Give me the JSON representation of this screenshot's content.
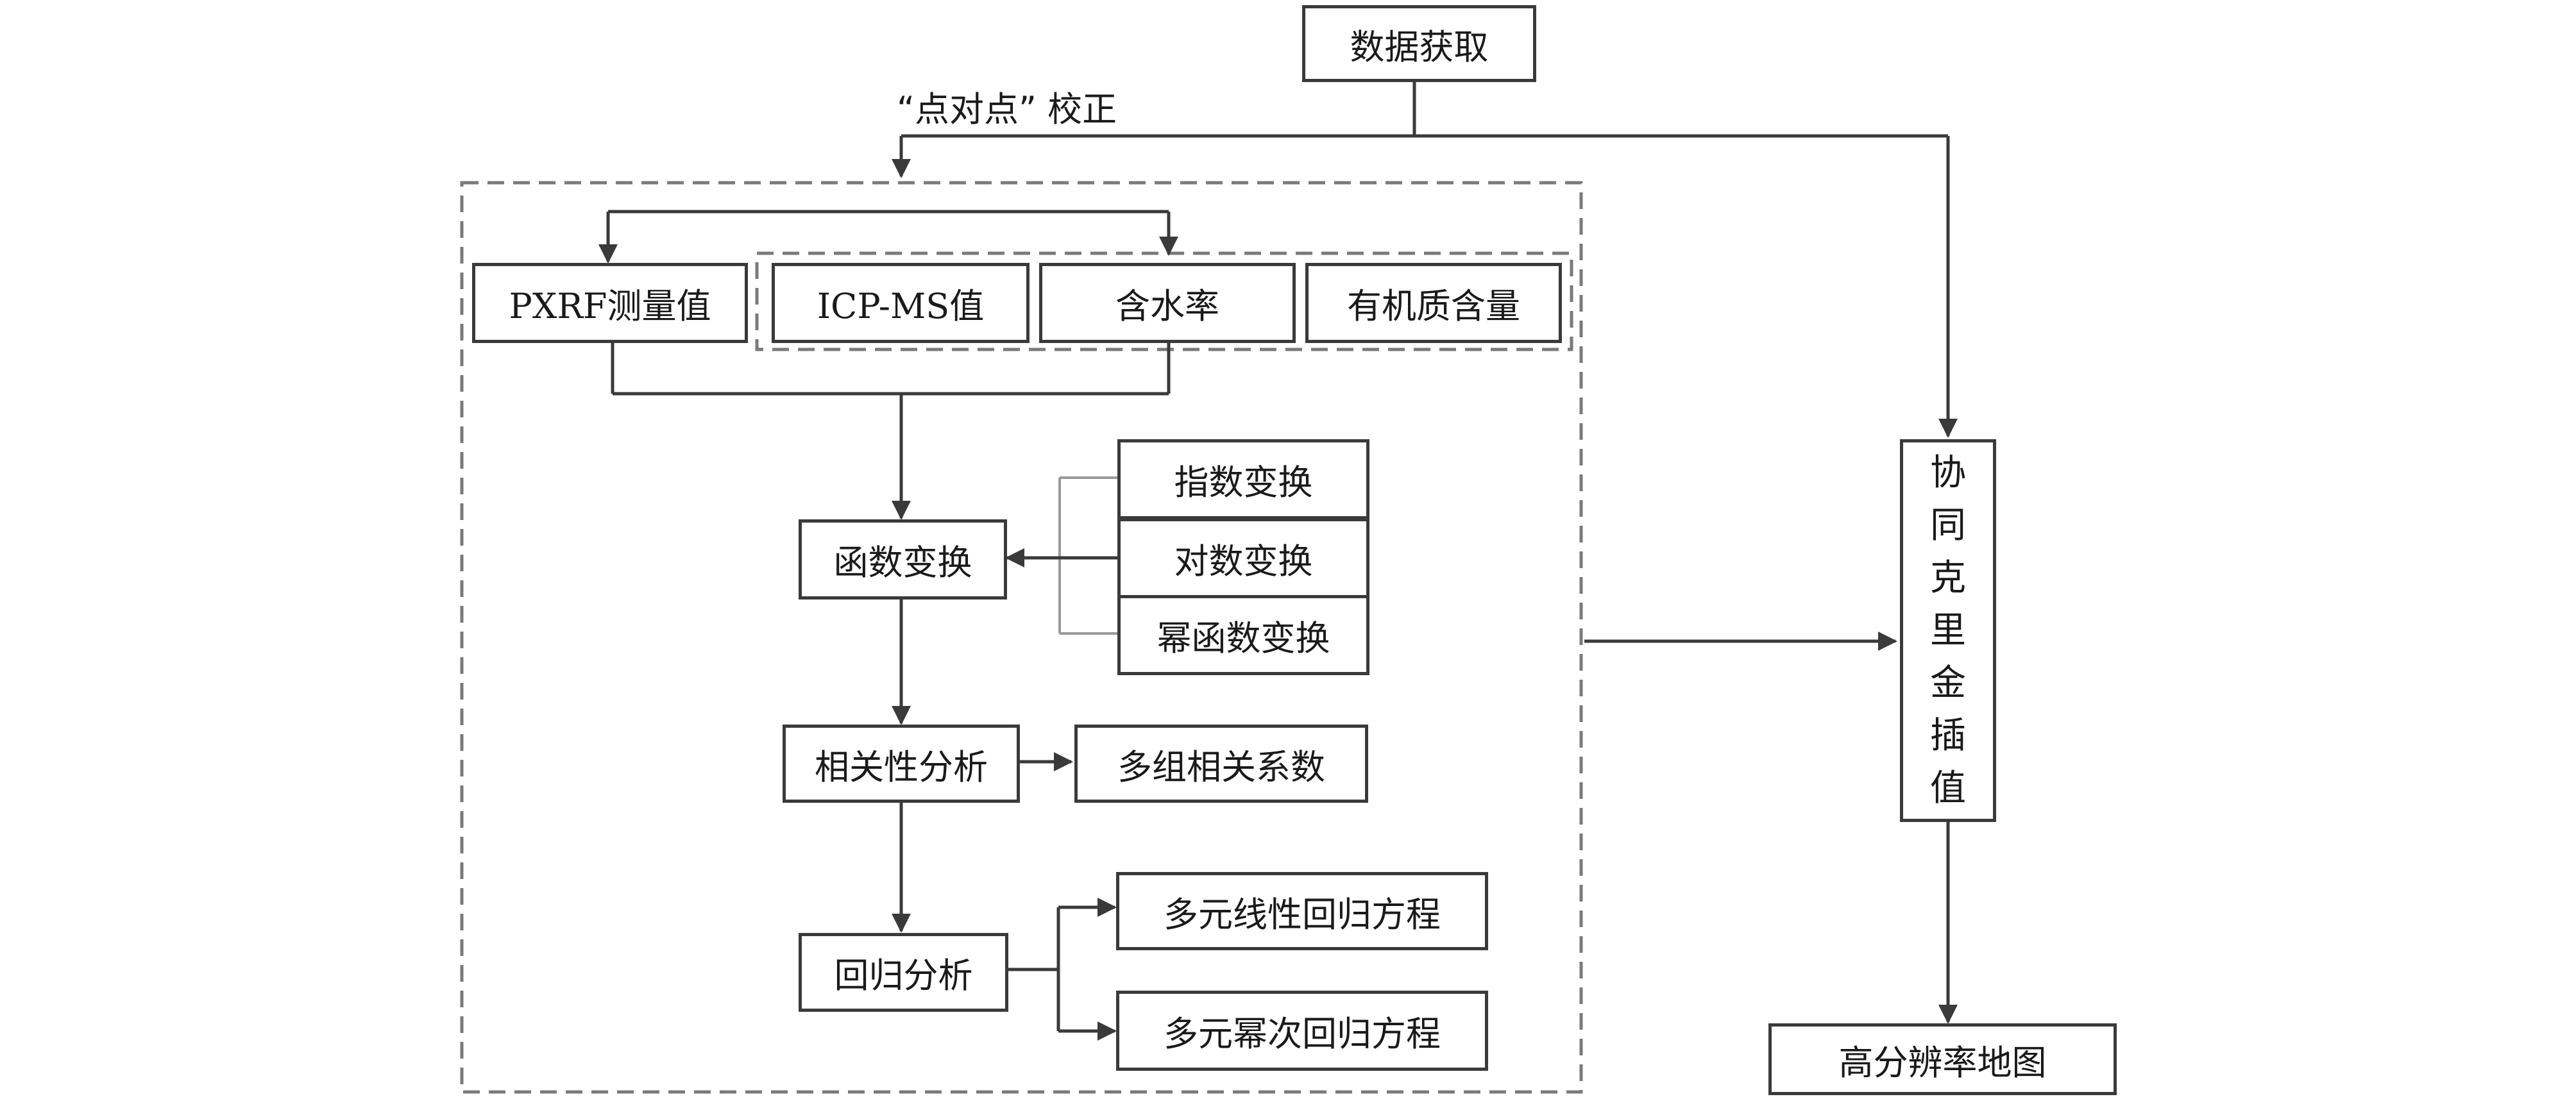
{
  "nodes": {
    "data_acquisition": "数据获取",
    "pxrf": "PXRF测量值",
    "icp_ms": "ICP-MS值",
    "water_content": "含水率",
    "organic_matter": "有机质含量",
    "exponential": "指数变换",
    "logarithmic": "对数变换",
    "power": "幂函数变换",
    "function_transform": "函数变换",
    "correlation_analysis": "相关性分析",
    "multi_correlation": "多组相关系数",
    "regression_analysis": "回归分析",
    "multi_linear": "多元线性回归方程",
    "multi_power": "多元幂次回归方程",
    "cokriging_chars": [
      "协",
      "同",
      "克",
      "里",
      "金",
      "插",
      "值"
    ],
    "high_res_map": "高分辨率地图"
  },
  "labels": {
    "point_to_point": "“点对点” 校正"
  },
  "colors": {
    "line": "#3a3a3a",
    "dash": "#7a7a7a",
    "text": "#1a1a1a"
  }
}
